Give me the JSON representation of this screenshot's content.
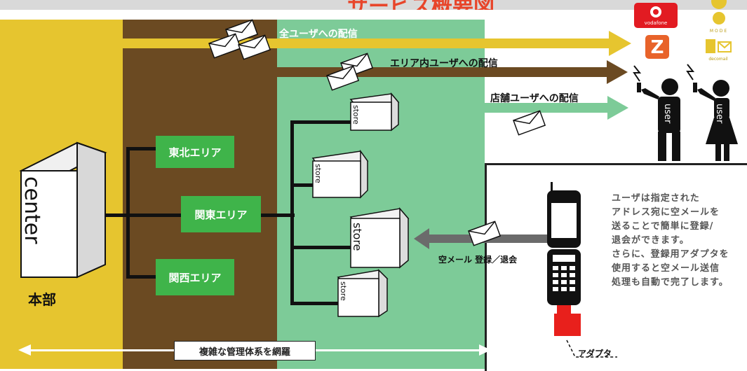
{
  "header": {
    "title": "サービス概要図"
  },
  "hq": {
    "center_label": "center",
    "name": "本部"
  },
  "areas": [
    {
      "label": "東北エリア"
    },
    {
      "label": "関東エリア"
    },
    {
      "label": "関西エリア"
    }
  ],
  "stores": [
    {
      "label": "store"
    },
    {
      "label": "store"
    },
    {
      "label": "store"
    },
    {
      "label": "store"
    }
  ],
  "delivery": {
    "all_users": "全ユーザへの配信",
    "area_users": "エリア内ユーザへの配信",
    "store_users": "店舗ユーザへの配信"
  },
  "users": [
    {
      "label": "user"
    },
    {
      "label": "user"
    }
  ],
  "carriers": {
    "vodafone": "vodafone",
    "imode": "i-mode",
    "decomail": "decomail"
  },
  "phone_panel": {
    "empty_mail_label": "空メール 登録／退会",
    "description_lines": [
      "ユーザは指定された",
      "アドレス宛に空メールを",
      "送ることで簡単に登録/",
      "退会ができます。",
      "さらに、登録用アダプタを",
      "使用すると空メール送信",
      "処理も自動で完了します。"
    ],
    "adapter_label": "アダプタ"
  },
  "footer": {
    "scope_label": "複雑な管理体系を網羅"
  },
  "colors": {
    "hq_zone": "#e6c52f",
    "area_zone": "#6b4a22",
    "store_zone": "#7dcb98",
    "area_box": "#3fb44a",
    "arrow_all": "#e6c52f",
    "arrow_area": "#6b4a22",
    "arrow_store": "#7dcb98",
    "adapter": "#e8201c",
    "title": "#e8452a"
  }
}
